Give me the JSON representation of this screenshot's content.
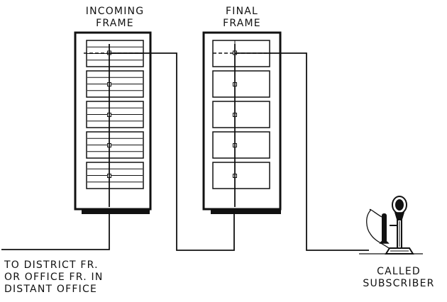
{
  "incoming_frame": {
    "title": [
      "INCOMING",
      "FRAME"
    ],
    "panel_count": 5
  },
  "final_frame": {
    "title": [
      "FINAL",
      "FRAME"
    ],
    "panel_count": 5
  },
  "distant_label": [
    "TO DISTRICT FR.",
    "OR OFFICE FR. IN",
    "DISTANT OFFICE"
  ],
  "subscriber_label": [
    "CALLED",
    "SUBSCRIBER"
  ],
  "colors": {
    "ink": "#111111",
    "background": "#ffffff"
  },
  "icons": [
    "candlestick-telephone-icon"
  ]
}
